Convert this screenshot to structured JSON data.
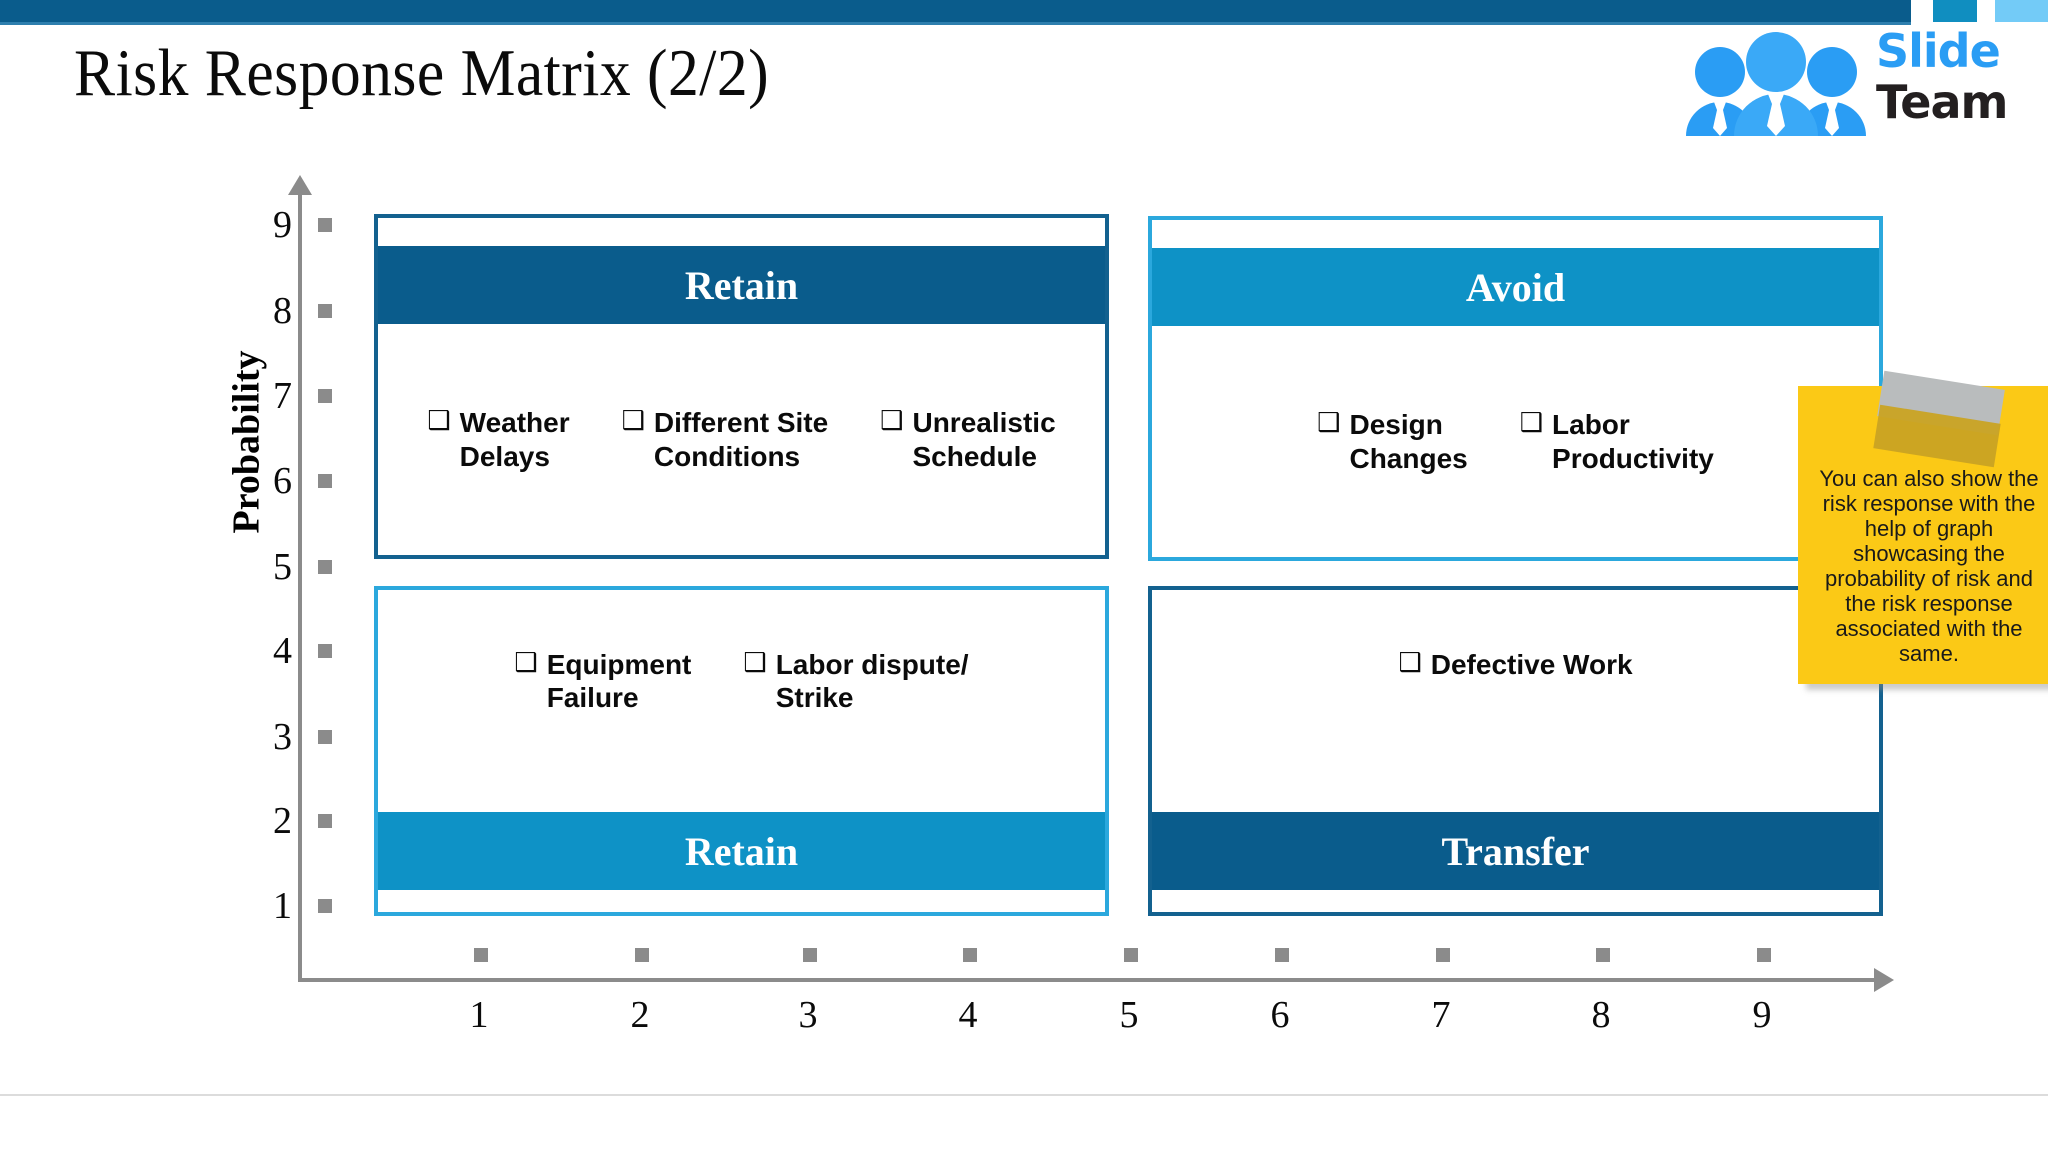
{
  "slide": {
    "title": "Risk Response Matrix (2/2)",
    "brand": {
      "word_primary": "Slide",
      "word_secondary": "Team",
      "primary_color": "#2a9df4",
      "secondary_color": "#231f20"
    },
    "topbar": {
      "main_color": "#0a5c8c",
      "mid_color": "#108ec0",
      "light_color": "#73cbf7"
    }
  },
  "chart_data": {
    "type": "scatter",
    "title": "Risk Response Matrix (2/2)",
    "xlabel": "",
    "ylabel": "Probability",
    "xlim": [
      0,
      9
    ],
    "ylim": [
      0,
      9
    ],
    "x_ticks": [
      "1",
      "2",
      "3",
      "4",
      "5",
      "6",
      "7",
      "8",
      "9"
    ],
    "y_ticks": [
      "1",
      "2",
      "3",
      "4",
      "5",
      "6",
      "7",
      "8",
      "9"
    ],
    "grid": false,
    "legend": "none",
    "quadrants": [
      {
        "id": "top-left",
        "response": "Retain",
        "band_position": "top",
        "band_color": "#0a5c8c",
        "border_color": "#13618f",
        "x_range": [
          0,
          5
        ],
        "y_range": [
          5,
          9
        ],
        "items": [
          "Weather\nDelays",
          "Different Site\nConditions",
          "Unrealistic\nSchedule"
        ]
      },
      {
        "id": "top-right",
        "response": "Avoid",
        "band_position": "top",
        "band_color": "#0e92c6",
        "border_color": "#2ba8dd",
        "x_range": [
          5,
          9
        ],
        "y_range": [
          5,
          9
        ],
        "items": [
          "Design\nChanges",
          "Labor\nProductivity"
        ]
      },
      {
        "id": "bottom-left",
        "response": "Retain",
        "band_position": "bottom",
        "band_color": "#0e92c6",
        "border_color": "#2ba8dd",
        "x_range": [
          0,
          5
        ],
        "y_range": [
          1,
          5
        ],
        "items": [
          "Equipment\nFailure",
          "Labor dispute/\nStrike"
        ]
      },
      {
        "id": "bottom-right",
        "response": "Transfer",
        "band_position": "bottom",
        "band_color": "#0a5c8c",
        "border_color": "#13618f",
        "x_range": [
          5,
          9
        ],
        "y_range": [
          1,
          5
        ],
        "items": [
          "Defective Work"
        ]
      }
    ]
  },
  "note": {
    "text": "You can also show the risk response with the help of graph showcasing the probability of risk and the risk response associated with the same.",
    "color": "#fbc916"
  },
  "icons": {
    "bullet": "❑",
    "people": "people-group-icon"
  }
}
